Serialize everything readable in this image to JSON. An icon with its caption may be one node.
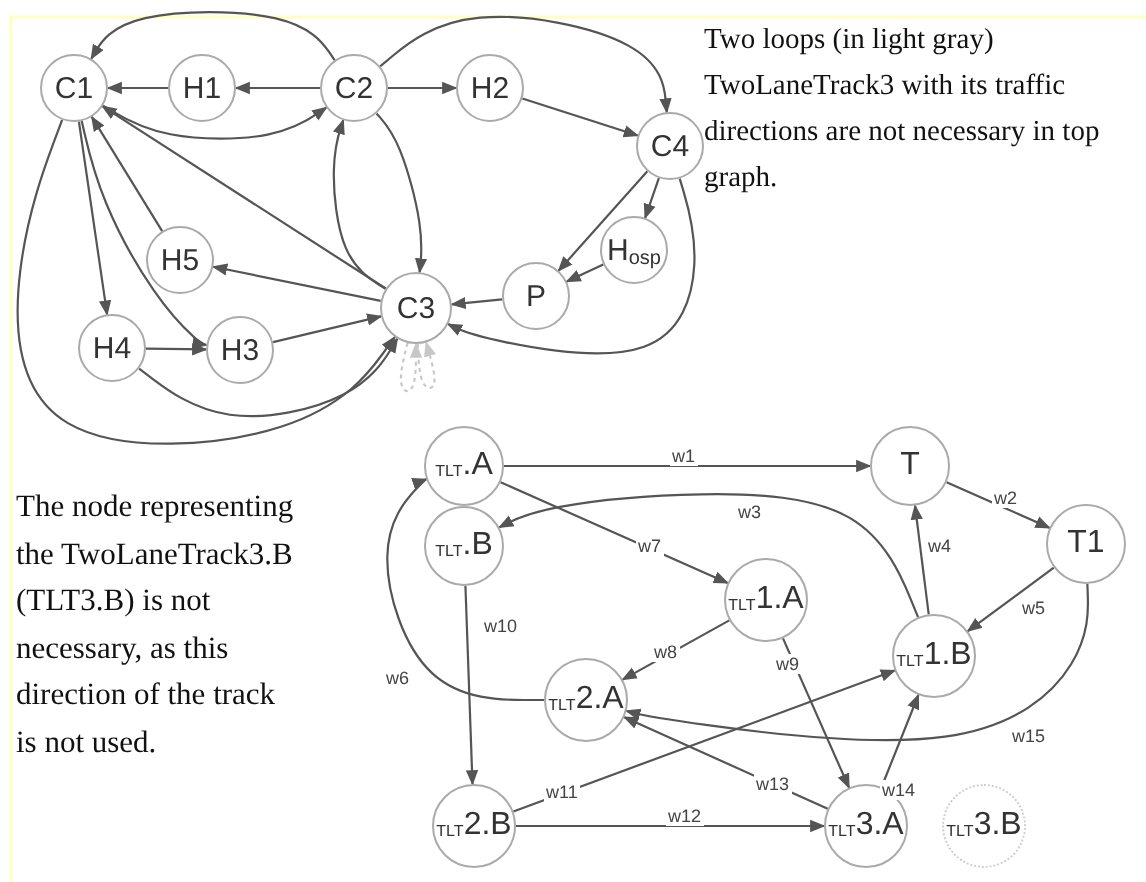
{
  "diagram": {
    "nodes": [
      {
        "text": [
          "C1"
        ]
      },
      {
        "text": [
          "H1"
        ]
      },
      {
        "text": [
          "C2"
        ]
      },
      {
        "text": [
          "H2"
        ]
      },
      {
        "text": [
          "C4"
        ]
      },
      {
        "text": [
          "H5"
        ]
      },
      {
        "text": [
          "C3"
        ]
      },
      {
        "text": [
          "P"
        ]
      },
      {
        "text": [
          "H$_{osp}$"
        ]
      },
      {
        "text": [
          "H4"
        ]
      },
      {
        "text": [
          "H3"
        ]
      },
      {
        "text": [
          "$_{TLT}$.A"
        ]
      },
      {
        "text": [
          "T"
        ]
      },
      {
        "text": [
          "$_{TLT}$.B"
        ]
      },
      {
        "text": [
          "T1"
        ]
      },
      {
        "text": [
          "$_{TLT}$1.A"
        ]
      },
      {
        "text": [
          "$_{TLT}$1.B"
        ]
      },
      {
        "text": [
          "$_{TLT}$2.A"
        ]
      },
      {
        "text": [
          "$_{TLT}$2.B"
        ]
      },
      {
        "text": [
          "$_{TLT}$3.A"
        ]
      },
      {
        "text": [
          "$_{TLT}$3.B"
        ]
      }
    ],
    "edges": [
      {
        "from": 2,
        "to": 0,
        "arrow": "to"
      },
      {
        "from": 2,
        "to": 1,
        "arrow": "to"
      },
      {
        "from": 1,
        "to": 0,
        "arrow": "to"
      },
      {
        "from": 0,
        "to": 2,
        "arrow": "to"
      },
      {
        "from": 2,
        "to": 3,
        "arrow": "to"
      },
      {
        "from": 3,
        "to": 4,
        "arrow": "to"
      },
      {
        "from": 2,
        "to": 4,
        "arrow": "to"
      },
      {
        "from": 4,
        "to": 7,
        "arrow": "to"
      },
      {
        "from": 4,
        "to": 8,
        "arrow": "to"
      },
      {
        "from": 8,
        "to": 7,
        "arrow": "to"
      },
      {
        "from": 7,
        "to": 6,
        "arrow": "to"
      },
      {
        "from": 4,
        "to": 6,
        "arrow": "to"
      },
      {
        "from": 6,
        "to": 2,
        "arrow": "to"
      },
      {
        "from": 2,
        "to": 6,
        "arrow": "to"
      },
      {
        "from": 6,
        "to": 0,
        "arrow": "to"
      },
      {
        "from": 6,
        "to": 5,
        "arrow": "to"
      },
      {
        "from": 5,
        "to": 0,
        "arrow": "to"
      },
      {
        "from": 0,
        "to": 9,
        "arrow": "to"
      },
      {
        "from": 0,
        "to": 10,
        "arrow": "to"
      },
      {
        "from": 9,
        "to": 10,
        "arrow": "to"
      },
      {
        "from": 10,
        "to": 6,
        "arrow": "to"
      },
      {
        "from": 9,
        "to": 6,
        "arrow": "to"
      },
      {
        "from": 0,
        "to": 6,
        "arrow": "to"
      },
      {
        "from": 6,
        "to": 6,
        "arrow": "to",
        "style": "dashed",
        "color": "#c8c8c8"
      },
      {
        "from": 6,
        "to": 6,
        "arrow": "to",
        "style": "dashed",
        "color": "#c8c8c8"
      },
      {
        "from": 11,
        "to": 12,
        "arrow": "to",
        "label": "w1"
      },
      {
        "from": 12,
        "to": 14,
        "arrow": "to",
        "label": "w2"
      },
      {
        "from": 16,
        "to": 13,
        "arrow": "to",
        "label": "w3"
      },
      {
        "from": 16,
        "to": 12,
        "arrow": "to",
        "label": "w4"
      },
      {
        "from": 14,
        "to": 16,
        "arrow": "to",
        "label": "w5"
      },
      {
        "from": 17,
        "to": 11,
        "arrow": "to",
        "label": "w6"
      },
      {
        "from": 11,
        "to": 15,
        "arrow": "to",
        "label": "w7"
      },
      {
        "from": 15,
        "to": 17,
        "arrow": "to",
        "label": "w8"
      },
      {
        "from": 15,
        "to": 19,
        "arrow": "to",
        "label": "w9"
      },
      {
        "from": 13,
        "to": 18,
        "arrow": "to",
        "label": "w10"
      },
      {
        "from": 18,
        "to": 16,
        "arrow": "to",
        "label": "w11"
      },
      {
        "from": 18,
        "to": 19,
        "arrow": "to",
        "label": "w12"
      },
      {
        "from": 19,
        "to": 17,
        "arrow": "to",
        "label": "w13"
      },
      {
        "from": 19,
        "to": 16,
        "arrow": "to",
        "label": "w14"
      },
      {
        "from": 14,
        "to": 17,
        "arrow": "to",
        "label": "w15"
      }
    ],
    "labels": [
      "Two loops (in light gray) TwoLaneTrack3 with its traffic directions are not necessary in top graph.",
      "The node representing the TwoLaneTrack3.B (TLT3.B) is not necessary, as this direction of the track is not used."
    ]
  }
}
